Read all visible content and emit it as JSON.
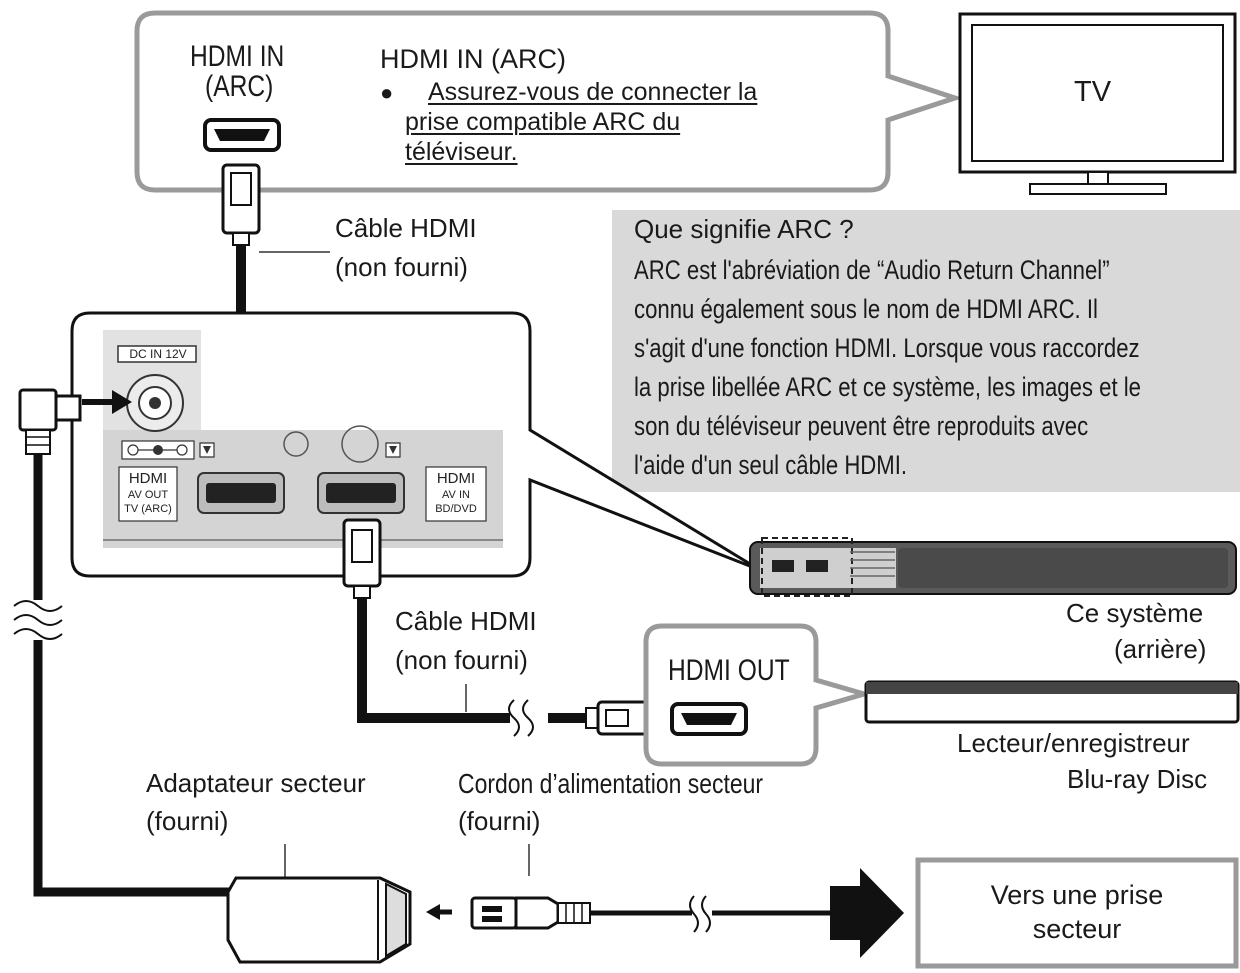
{
  "tv": {
    "label": "TV"
  },
  "tv_callout": {
    "port_label_line1": "HDMI IN",
    "port_label_line2": "(ARC)",
    "title": "HDMI IN (ARC)",
    "note_line1": "Assurez-vous de connecter la",
    "note_line2": "prise compatible ARC du",
    "note_line3": "téléviseur."
  },
  "arc_info": {
    "title": "Que signifie ARC ?",
    "lines": [
      "ARC est l'abréviation de “Audio Return Channel”",
      "connu également sous le nom de HDMI ARC. Il",
      "s'agit d'une fonction HDMI. Lorsque vous raccordez",
      "la prise libellée ARC et ce système, les images et le",
      "son du téléviseur peuvent être reproduits avec",
      "l'aide d'un seul câble HDMI."
    ]
  },
  "cable_top": {
    "line1": "Câble HDMI",
    "line2": "(non fourni)"
  },
  "cable_mid": {
    "line1": "Câble HDMI",
    "line2": "(non fourni)"
  },
  "panel": {
    "dc_in": "DC IN 12V",
    "hdmi_out_l1": "HDMI",
    "hdmi_out_l2": "AV OUT",
    "hdmi_out_l3": "TV (ARC)",
    "hdmi_in_l1": "HDMI",
    "hdmi_in_l2": "AV IN",
    "hdmi_in_l3": "BD/DVD"
  },
  "system": {
    "line1": "Ce système",
    "line2": "(arrière)"
  },
  "player_callout": {
    "label": "HDMI OUT"
  },
  "player": {
    "line1": "Lecteur/enregistreur",
    "line2": "Blu-ray Disc"
  },
  "adapter": {
    "line1": "Adaptateur secteur",
    "line2": "(fourni)"
  },
  "cord": {
    "line1": "Cordon d’alimentation secteur",
    "line2": "(fourni)"
  },
  "outlet": {
    "line1": "Vers une prise",
    "line2": "secteur"
  }
}
